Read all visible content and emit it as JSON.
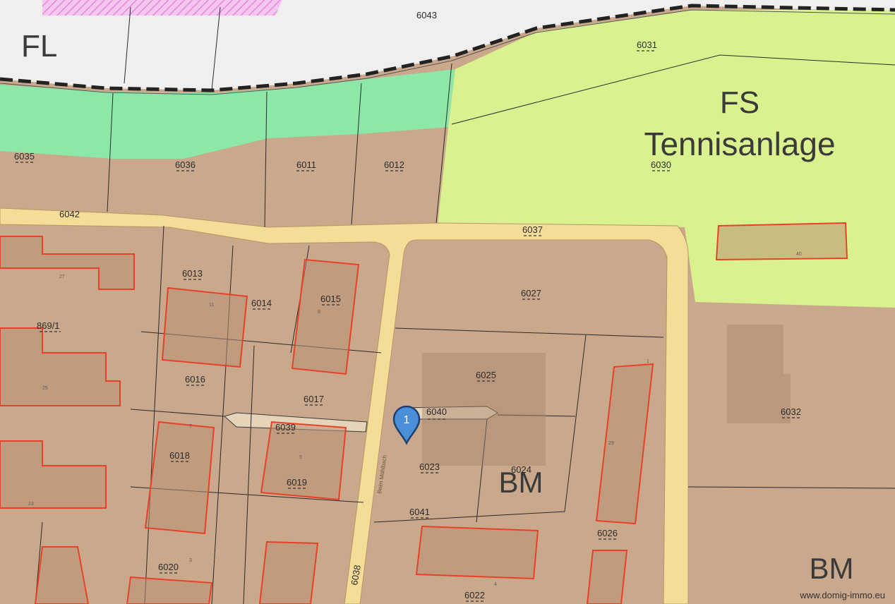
{
  "zones": {
    "fl": "FL",
    "fs": "FS",
    "fs_name": "Tennisanlage",
    "bm_1": "BM",
    "bm_2": "BM"
  },
  "parcels": [
    "6043",
    "6031",
    "6030",
    "6035",
    "6036",
    "6011",
    "6012",
    "6042",
    "6037",
    "6013",
    "6014",
    "6015",
    "6027",
    "869/1",
    "6025",
    "6016",
    "6017",
    "6040",
    "6032",
    "6039",
    "6018",
    "6019",
    "6023",
    "6024",
    "6041",
    "6026",
    "6020",
    "6038",
    "6022"
  ],
  "building_numbers": [
    "27",
    "11",
    "9",
    "25",
    "7",
    "5",
    "3",
    "29",
    "23",
    "40",
    "4",
    "1"
  ],
  "street_name": "Beim Mühlbach",
  "marker": {
    "label": "1",
    "color": "#4a90d9"
  },
  "watermark": "www.domig-immo.eu",
  "colors": {
    "residential": "#c9a88b",
    "sport": "#d9f28f",
    "green": "#8de8a8",
    "road": "#f5dc97",
    "free_land": "#efefef",
    "building_outline": "#e8412a"
  }
}
